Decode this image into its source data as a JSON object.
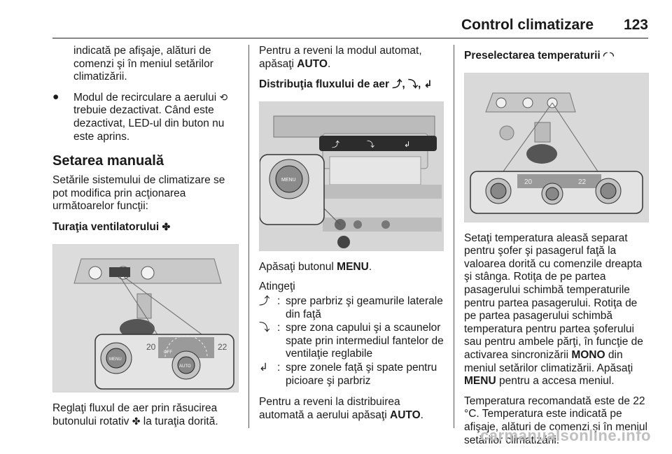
{
  "header": {
    "title": "Control climatizare",
    "page": "123"
  },
  "col1": {
    "cont_text": "indicată pe afişaje, alături de comenzi şi în meniul setărilor climatizării.",
    "bullet_a": "Modul de recirculare a aerului",
    "bullet_b": "trebuie dezactivat. Când este dezactivat, LED-ul din buton nu este aprins.",
    "heading": "Setarea manuală",
    "intro": "Setările sistemului de climatizare se pot modifica prin acţionarea următoarelor funcţii:",
    "fan_heading": "Turaţia ventilatorului",
    "fig_display_left": "20",
    "fig_display_right": "22",
    "fig_off": "OFF",
    "fig_auto": "AUTO",
    "fig_menu": "MENU",
    "caption_a": "Reglaţi fluxul de aer prin răsucirea butonului rotativ",
    "caption_b": "la turaţia dorită."
  },
  "col2": {
    "auto_a": "Pentru a reveni la modul automat, apăsaţi",
    "auto_b": "AUTO",
    "auto_c": ".",
    "dist_heading": "Distribuţia fluxului de aer",
    "fig_menu": "MENU",
    "press_a": "Apăsaţi butonul",
    "press_b": "MENU",
    "press_c": ".",
    "touch": "Atingeţi",
    "items": [
      {
        "text": "spre parbriz şi geamurile laterale din faţă"
      },
      {
        "text": "spre zona capului şi a scaunelor spate prin intermediul fantelor de ventilaţie reglabile"
      },
      {
        "text": "spre zonele faţă şi spate pentru picioare şi parbriz"
      }
    ],
    "return_a": "Pentru a reveni la distribuirea automată a aerului apăsaţi",
    "return_b": "AUTO",
    "return_c": "."
  },
  "col3": {
    "heading": "Preselectarea temperaturii",
    "fig_left": "20",
    "fig_right": "22",
    "p1_a": "Setaţi temperatura aleasă separat pentru şofer şi pasagerul faţă la valoarea dorită cu comenzile dreapta şi stânga. Rotiţa de pe partea pasagerului schimbă temperaturile pentru partea pasagerului. Rotiţa de pe partea pasagerului schimbă temperatura pentru partea şoferului sau pentru ambele părţi, în funcţie de activarea sincronizării",
    "p1_b": "MONO",
    "p1_c": "din meniul setărilor climatizării. Apăsaţi",
    "p1_d": "MENU",
    "p1_e": "pentru a accesa meniul.",
    "p2": "Temperatura recomandată este de 22 °C. Temperatura este indicată pe afişaje, alături de comenzi şi în meniul setărilor climatizării."
  },
  "footer": {
    "watermark": "carmanualsonline.info"
  }
}
